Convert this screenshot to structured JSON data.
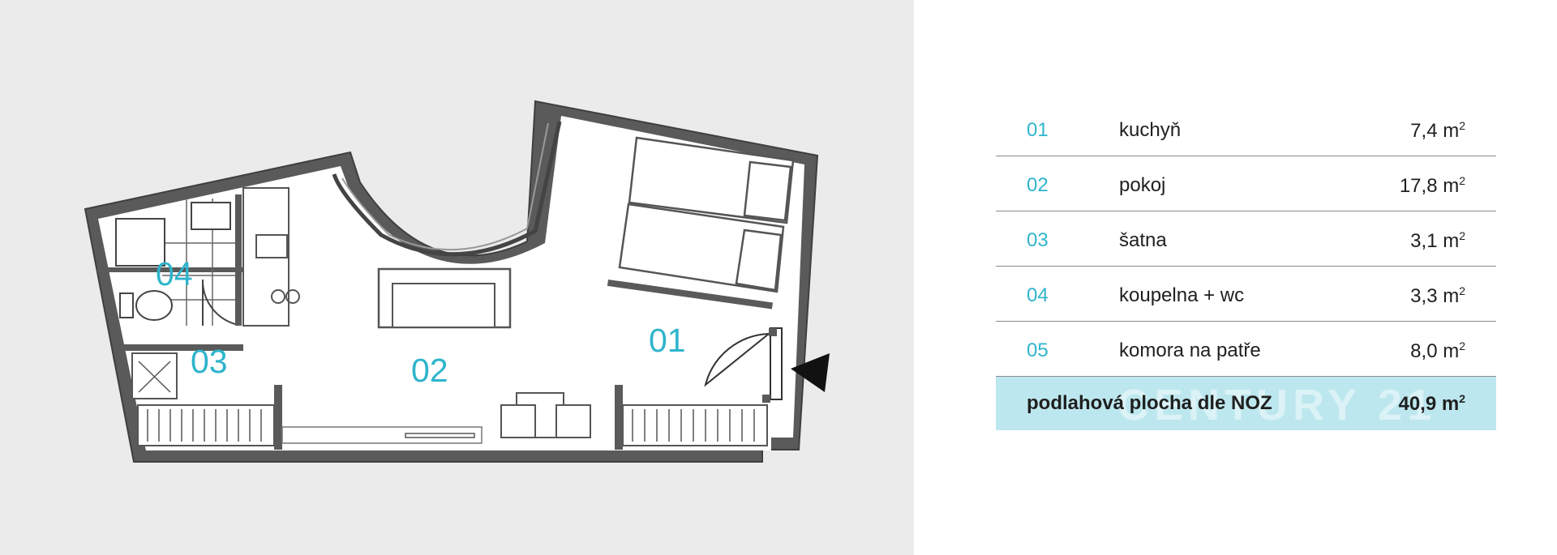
{
  "plan": {
    "room_labels": [
      {
        "id": "01",
        "text": "01"
      },
      {
        "id": "02",
        "text": "02"
      },
      {
        "id": "03",
        "text": "03"
      },
      {
        "id": "04",
        "text": "04"
      }
    ],
    "colors": {
      "wall": "#555555",
      "label": "#2fb4cc",
      "floor": "#ffffff",
      "background": "#ebebeb"
    }
  },
  "table": {
    "rows": [
      {
        "num": "01",
        "name": "kuchyň",
        "area": "7,4 m",
        "unit_sup": "2"
      },
      {
        "num": "02",
        "name": "pokoj",
        "area": "17,8 m",
        "unit_sup": "2"
      },
      {
        "num": "03",
        "name": "šatna",
        "area": "3,1 m",
        "unit_sup": "2"
      },
      {
        "num": "04",
        "name": "koupelna + wc",
        "area": "3,3 m",
        "unit_sup": "2"
      },
      {
        "num": "05",
        "name": "komora na patře",
        "area": "8,0 m",
        "unit_sup": "2"
      }
    ],
    "total": {
      "name": "podlahová plocha dle NOZ",
      "area": "40,9 m",
      "unit_sup": "2"
    },
    "watermark": "CENTURY 21",
    "colors": {
      "accent": "#2fb4cc",
      "total_bg": "#bde7ee"
    }
  }
}
